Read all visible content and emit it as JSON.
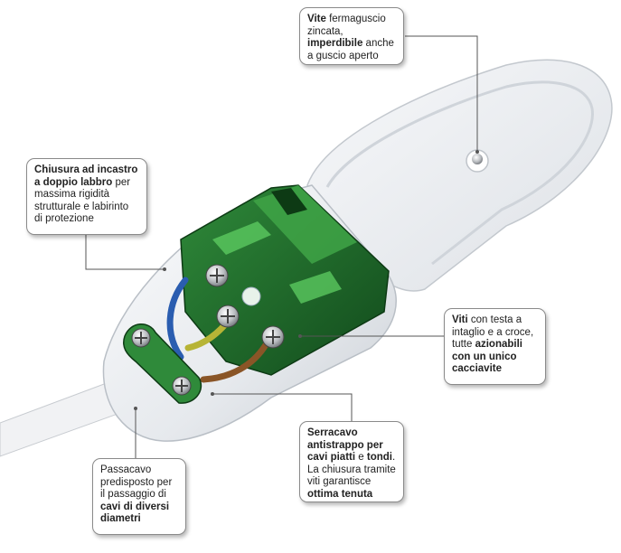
{
  "callouts": {
    "screw": {
      "bold1": "Vite",
      "text1": " fermaguscio zincata, ",
      "bold2": "imperdibile",
      "text2": " anche a guscio aperto"
    },
    "lip": {
      "bold1": "Chiusura ad incastro a doppio labbro",
      "text1": " per massima rigidità strutturale e labirinto di protezione"
    },
    "multi": {
      "bold1": "Viti",
      "text1": " con testa a intaglio e a croce, tutte ",
      "bold2": "azionabili con un unico",
      "text2": " ",
      "bold3": "cacciavite"
    },
    "clamp": {
      "bold1": "Serracavo antistrappo per cavi piatti",
      "text1": " e ",
      "bold2": "tondi",
      "text2": ". La chiusura tramite viti garantisce ",
      "bold3": "ottima tenuta"
    },
    "passage": {
      "text1": "Passacavo predisposto per il passaggio di ",
      "bold1": "cavi di diversi diametri"
    }
  },
  "colors": {
    "shell": "#e9ebee",
    "terminal_green": "#1f6b2a",
    "terminal_highlight": "#5fcf63",
    "wire_blue": "#2a5db0",
    "wire_brown": "#8a5527",
    "wire_yellow_green": "#b7b436"
  }
}
